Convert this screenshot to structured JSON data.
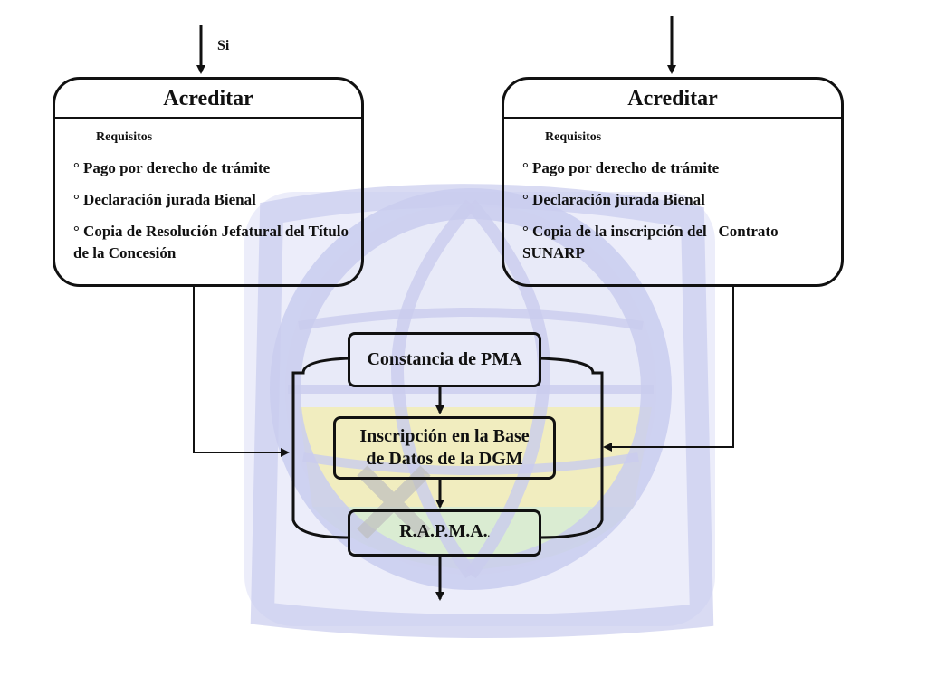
{
  "decision_label": "Si",
  "left_card": {
    "title": "Acreditar",
    "subtitle": "Requisitos",
    "items": [
      "° Pago por derecho de trámite",
      "° Declaración jurada Bienal",
      "° Copia de Resolución Jefatural del Título de la Concesión"
    ]
  },
  "right_card": {
    "title": "Acreditar",
    "subtitle": "Requisitos",
    "items": [
      "° Pago por derecho de trámite",
      "° Declaración jurada Bienal",
      "° Copia de la inscripción del   Contrato SUNARP"
    ]
  },
  "nodes": {
    "constancia": "Constancia de PMA",
    "inscripcion_line1": "Inscripción en la Base",
    "inscripcion_line2": "de Datos de la DGM",
    "rapma": "R.A.P.M.A.",
    "rapma_suffix": "."
  },
  "colors": {
    "line": "#111111",
    "watermark_blue": "#c9ccee",
    "watermark_yellow": "#f3eeb0",
    "watermark_green": "#d6ecc8"
  }
}
